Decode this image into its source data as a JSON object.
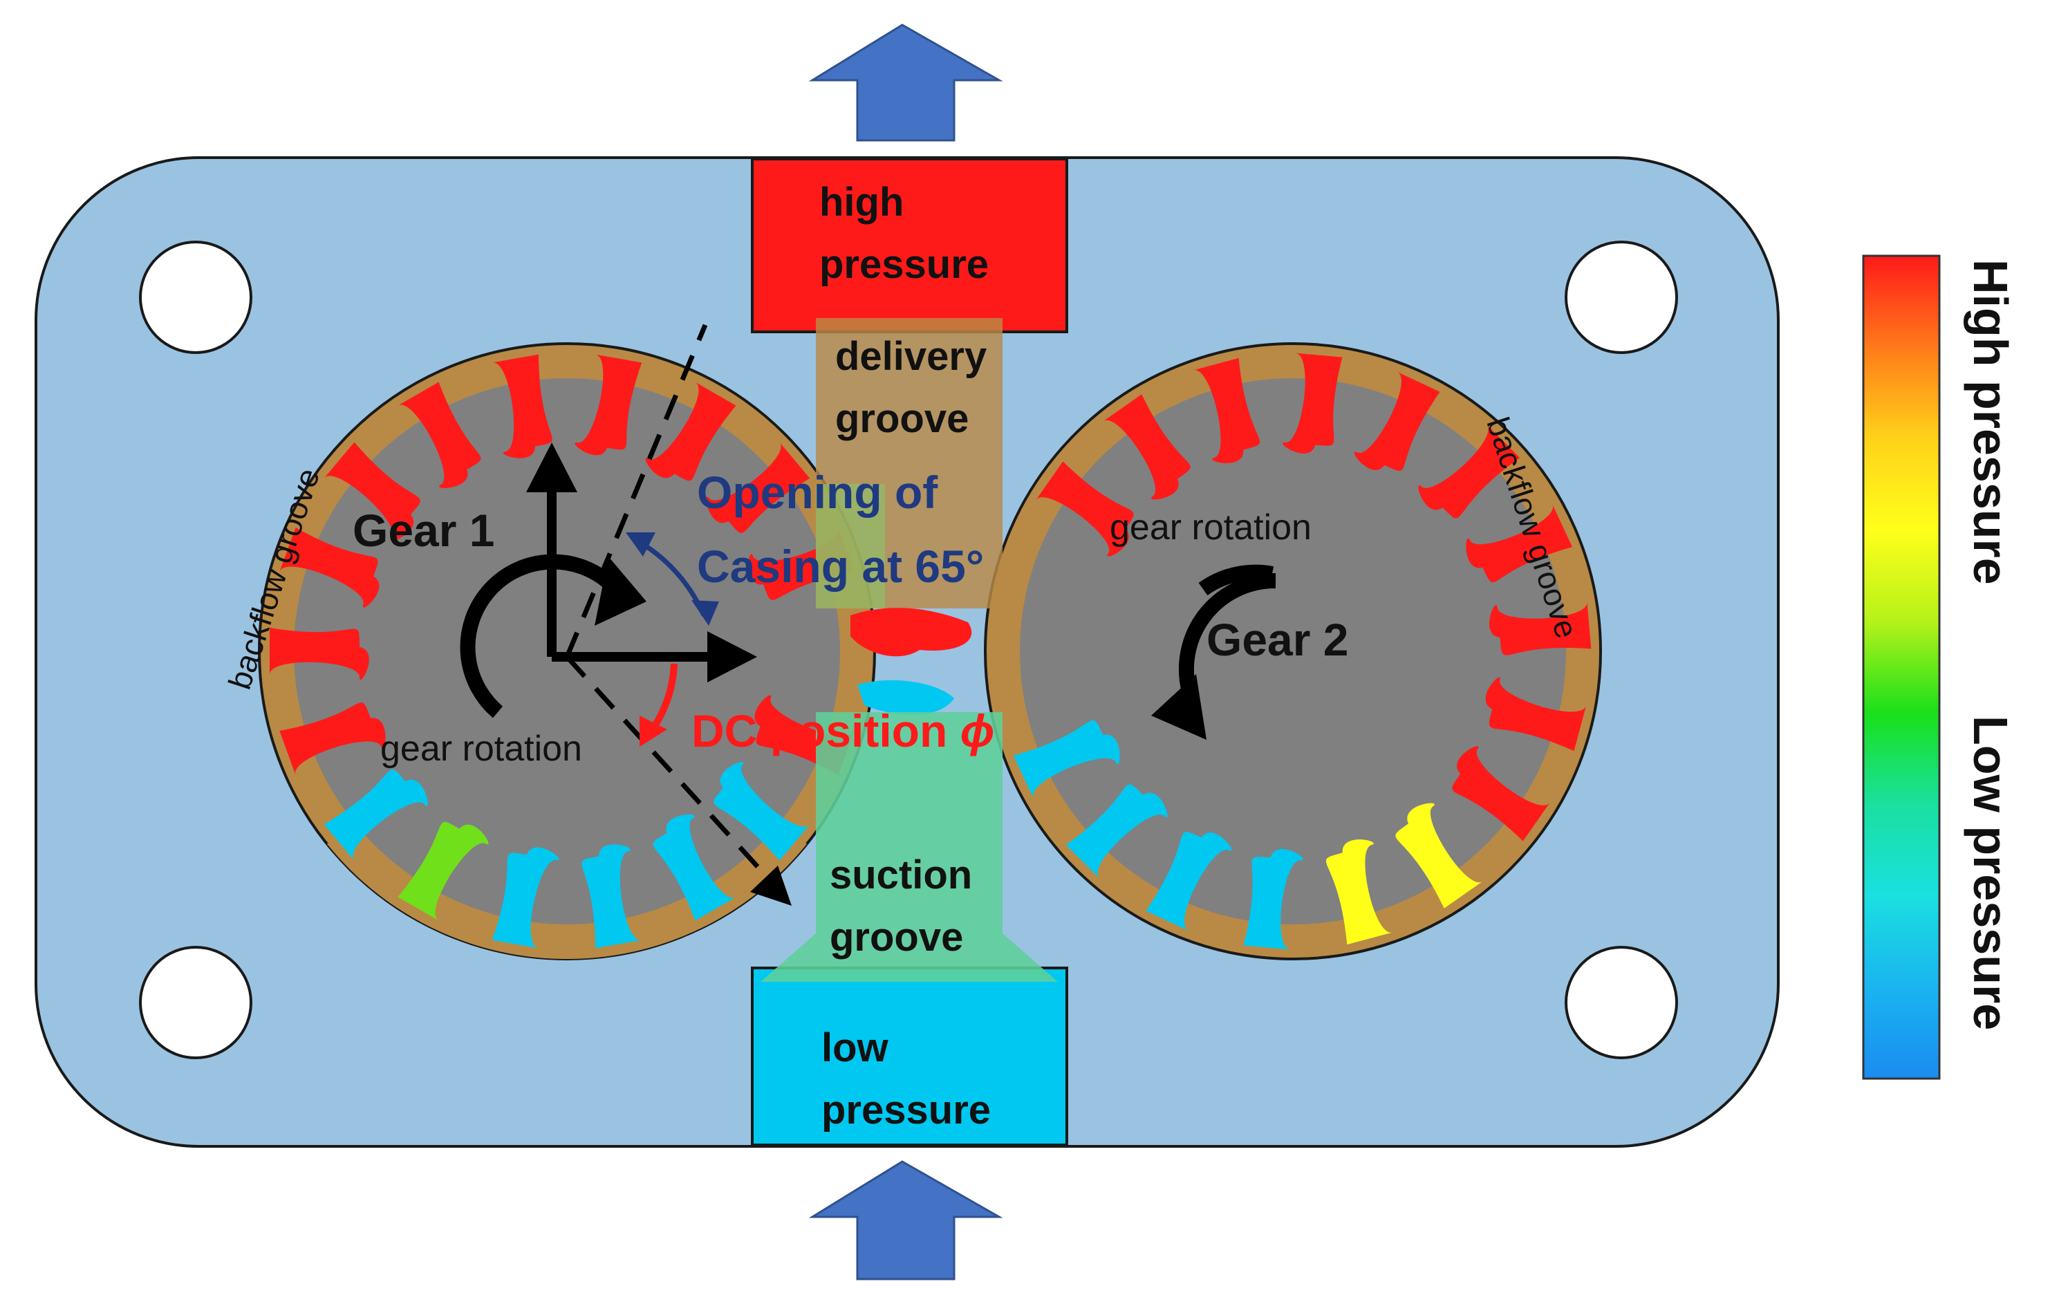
{
  "labels": {
    "high_pressure_line1": "high",
    "high_pressure_line2": "pressure",
    "low_pressure_line1": "low",
    "low_pressure_line2": "pressure",
    "delivery_groove_line1": "delivery",
    "delivery_groove_line2": "groove",
    "suction_groove_line1": "suction",
    "suction_groove_line2": "groove",
    "gear1": "Gear 1",
    "gear2": "Gear 2",
    "gear1_rotation": "gear rotation",
    "gear2_rotation": "gear rotation",
    "backflow_left": "backflow groove",
    "backflow_right": "backflow groove",
    "opening_line1": "Opening of",
    "opening_line2": "Casing at 65°",
    "dc_position": "DC position ",
    "dc_symbol": "ϕ"
  },
  "legend": {
    "high": "High pressure",
    "low": "Low pressure",
    "gradient_stops": [
      "#ff1a1a",
      "#ff7a1a",
      "#ffd21a",
      "#ffff1a",
      "#b5f21a",
      "#1ae01a",
      "#1ae0a0",
      "#1ae0e0",
      "#1ab4f0",
      "#1a8cf0"
    ]
  },
  "colors": {
    "casing": "#9ac3e2",
    "gear_body": "#808080",
    "high_pressure": "#ff1a1a",
    "low_pressure": "#00c8f0",
    "delivery_groove": "#b98a45",
    "suction_groove": "#5fcf9a",
    "flow_arrow": "#4472c4",
    "opening_text": "#1f3a80",
    "dc_text": "#ff1a1a"
  }
}
